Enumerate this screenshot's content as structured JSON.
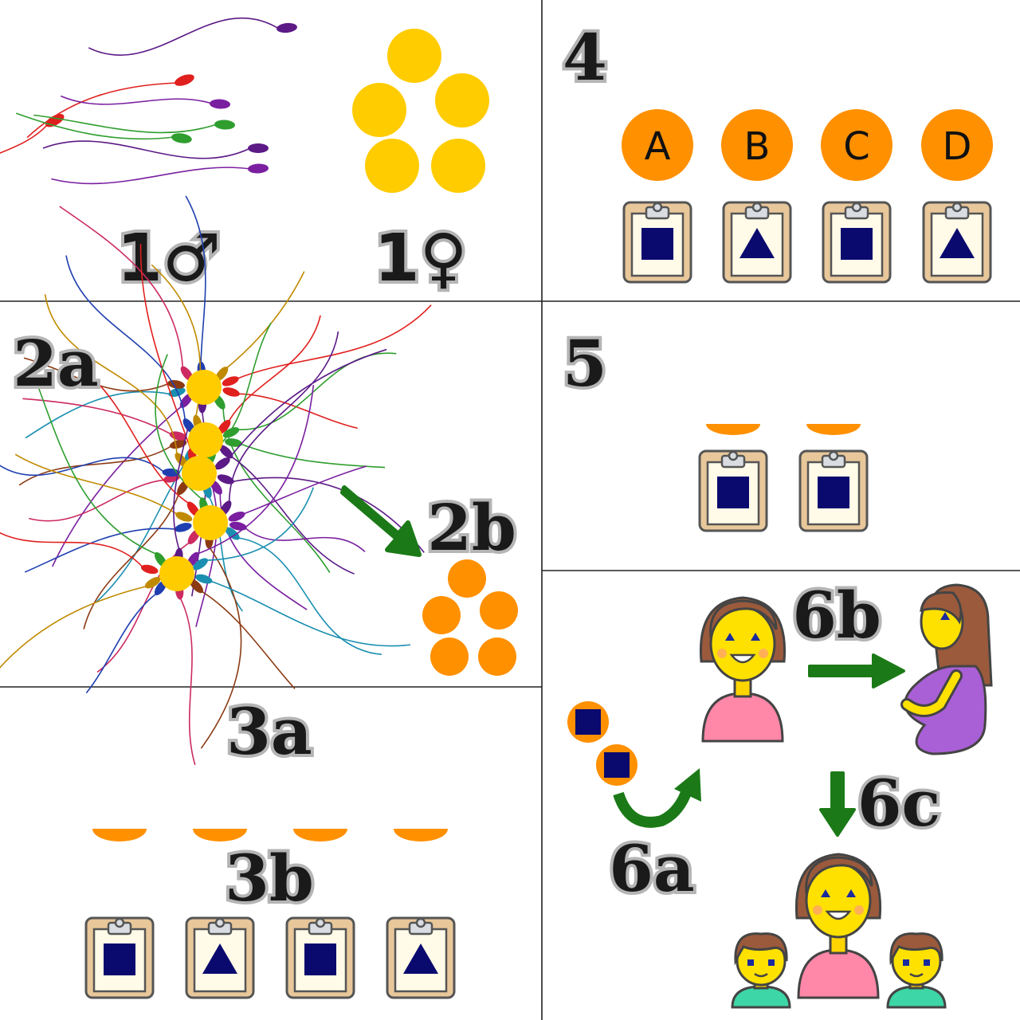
{
  "labels": {
    "male": "1♂",
    "female": "1♀",
    "step2a": "2a",
    "step2b": "2b",
    "step3a": "3a",
    "step3b": "3b",
    "step4": "4",
    "step5": "5",
    "step6a": "6a",
    "step6b": "6b",
    "step6c": "6c"
  },
  "donors": [
    {
      "letter": "A",
      "result": "square"
    },
    {
      "letter": "B",
      "result": "triangle"
    },
    {
      "letter": "C",
      "result": "square"
    },
    {
      "letter": "D",
      "result": "triangle"
    }
  ],
  "selected_results": [
    "square",
    "square"
  ],
  "colors": {
    "egg": "#ffcc00",
    "embryo": "#ff9000",
    "arrow": "#1b7a17",
    "marker": "#0a0a6e",
    "clipboard": "#e8c79a",
    "sperm": [
      "#e0201e",
      "#2f9e2f",
      "#5b1a86",
      "#7a1fa0",
      "#1a8fb0",
      "#8b3a12",
      "#cc2a60",
      "#1f3fb0",
      "#c08a00"
    ]
  },
  "icons": {
    "woman": "woman-icon",
    "pregnant_woman": "pregnant-woman-icon",
    "boy": "boy-icon",
    "clipboard": "clipboard-icon",
    "arrow": "arrow-icon"
  }
}
